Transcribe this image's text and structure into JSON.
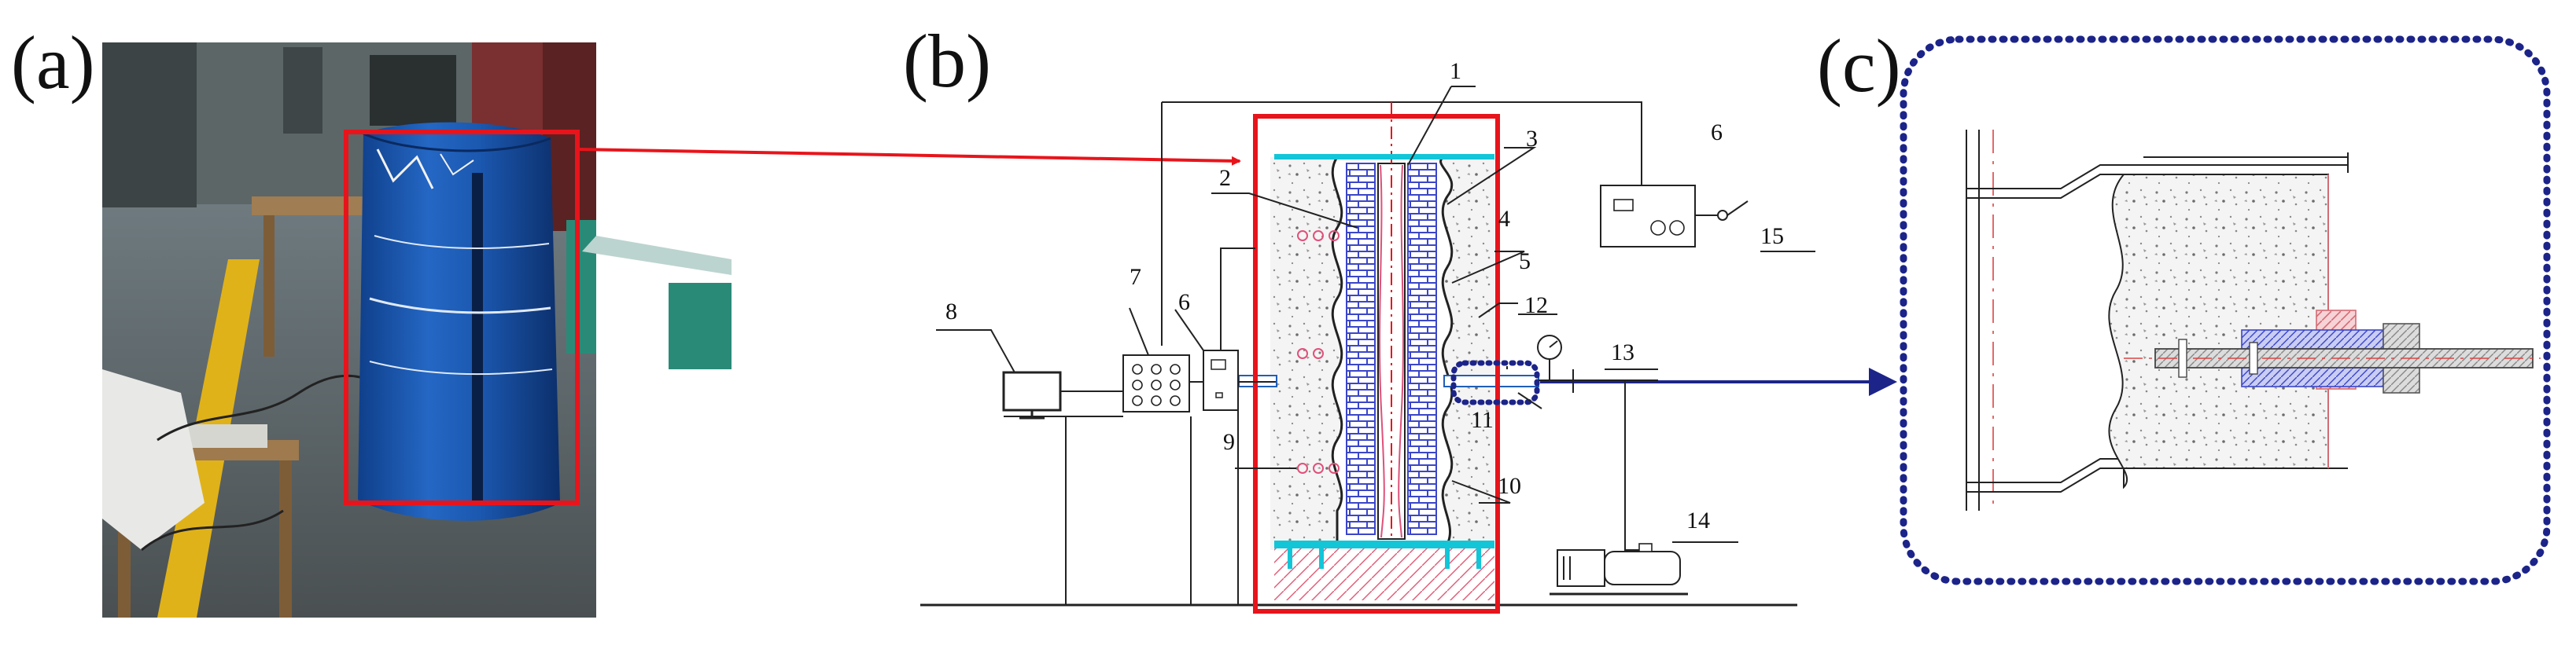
{
  "panels": {
    "a": {
      "label": "(a)"
    },
    "b": {
      "label": "(b)"
    },
    "c": {
      "label": "(c)"
    }
  },
  "schematic_numbers": {
    "n1": "1",
    "n2": "2",
    "n3": "3",
    "n4": "4",
    "n5": "5",
    "n6a": "6",
    "n6b": "6",
    "n7": "7",
    "n8": "8",
    "n9": "9",
    "n10": "10",
    "n11": "11",
    "n12": "12",
    "n13": "13",
    "n14": "14",
    "n15": "15"
  },
  "colors": {
    "highlight_red": "#e8141b",
    "highlight_blue": "#1c2489",
    "cyan_plate": "#12c6d8",
    "brick_blue": "#3b46c8",
    "pink_wire": "#e0507a",
    "specimen_blue": "#1f5fb8"
  }
}
